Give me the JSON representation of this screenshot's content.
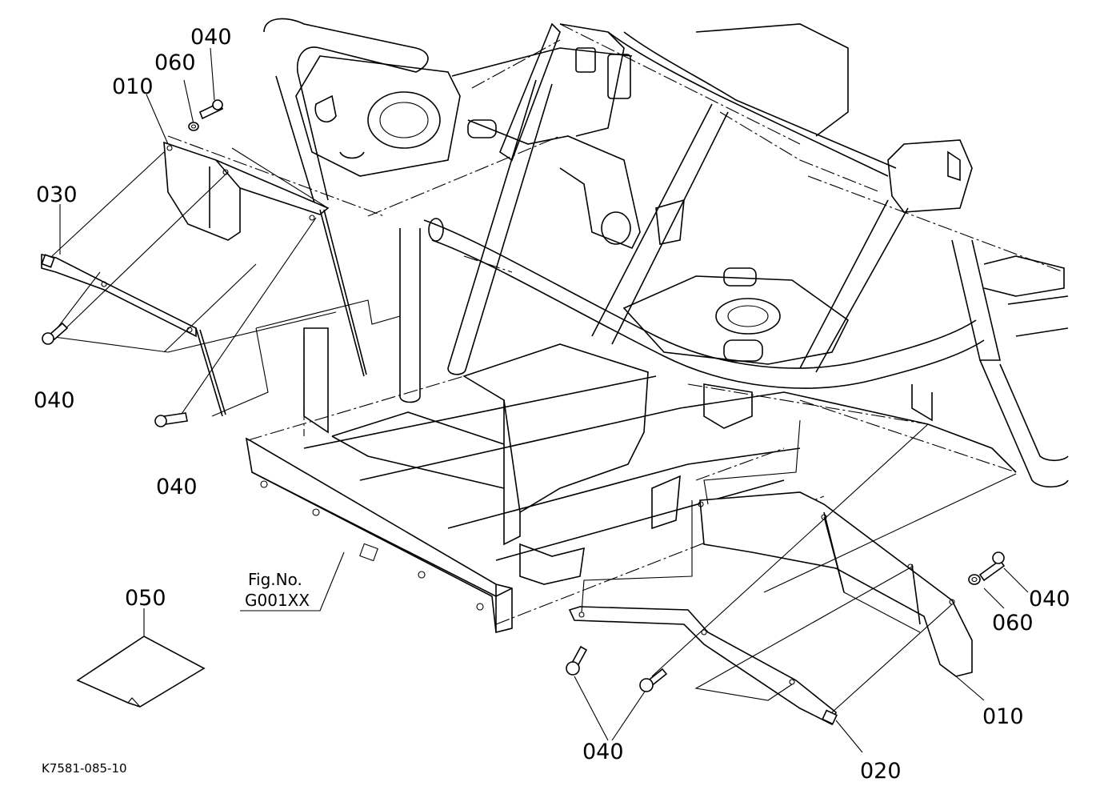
{
  "callouts": {
    "c010_left": "010",
    "c060_left": "060",
    "c040_top": "040",
    "c030": "030",
    "c040_left": "040",
    "c040_mid": "040",
    "c050": "050",
    "c040_right": "040",
    "c060_right": "060",
    "c010_right": "010",
    "c040_bottom": "040",
    "c020": "020"
  },
  "figure_reference": {
    "line1": "Fig.No.",
    "line2": "G001XX"
  },
  "drawing_number": "K7581-085-10"
}
